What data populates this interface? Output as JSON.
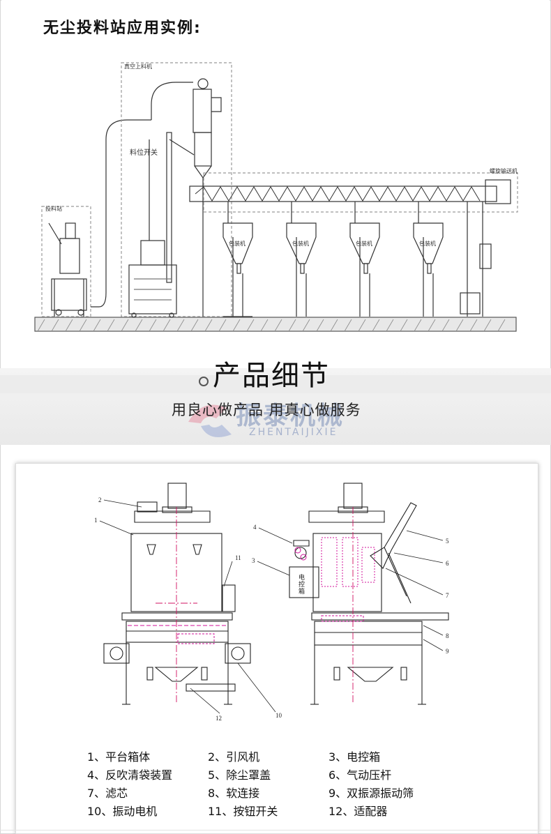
{
  "application": {
    "title": "无尘投料站应用实例:",
    "labels": {
      "feeding_station": "投料站",
      "vacuum_loader": "真空上料机",
      "level_switch": "料位开关",
      "screw_conveyor": "螺旋输送机",
      "packer_1": "包装机",
      "packer_2": "包装机",
      "packer_3": "包装机",
      "packer_4": "包装机"
    }
  },
  "detail_section": {
    "title": "产品细节",
    "slogan": "用良心做产品 用真心做服务",
    "brand_text": "振泰机械",
    "brand_pinyin": "ZHENTAIJIXIE"
  },
  "drawing": {
    "control_box_text": [
      "电",
      "控",
      "箱"
    ],
    "callouts_left": [
      "2",
      "1",
      "11",
      "12",
      "10"
    ],
    "callouts_right": [
      "4",
      "3",
      "5",
      "6",
      "7",
      "8",
      "9"
    ],
    "colors": {
      "line": "#222222",
      "accent": "#d0109a",
      "centerline": "#d01060"
    }
  },
  "parts": [
    [
      "1、平台箱体",
      "2、引风机",
      "3、电控箱"
    ],
    [
      "4、反吹清袋装置",
      "5、除尘罩盖",
      "6、气动压杆"
    ],
    [
      "7、滤芯",
      "8、软连接",
      "9、双振源振动筛"
    ],
    [
      "10、振动电机",
      "11、按钮开关",
      "12、适配器"
    ]
  ]
}
